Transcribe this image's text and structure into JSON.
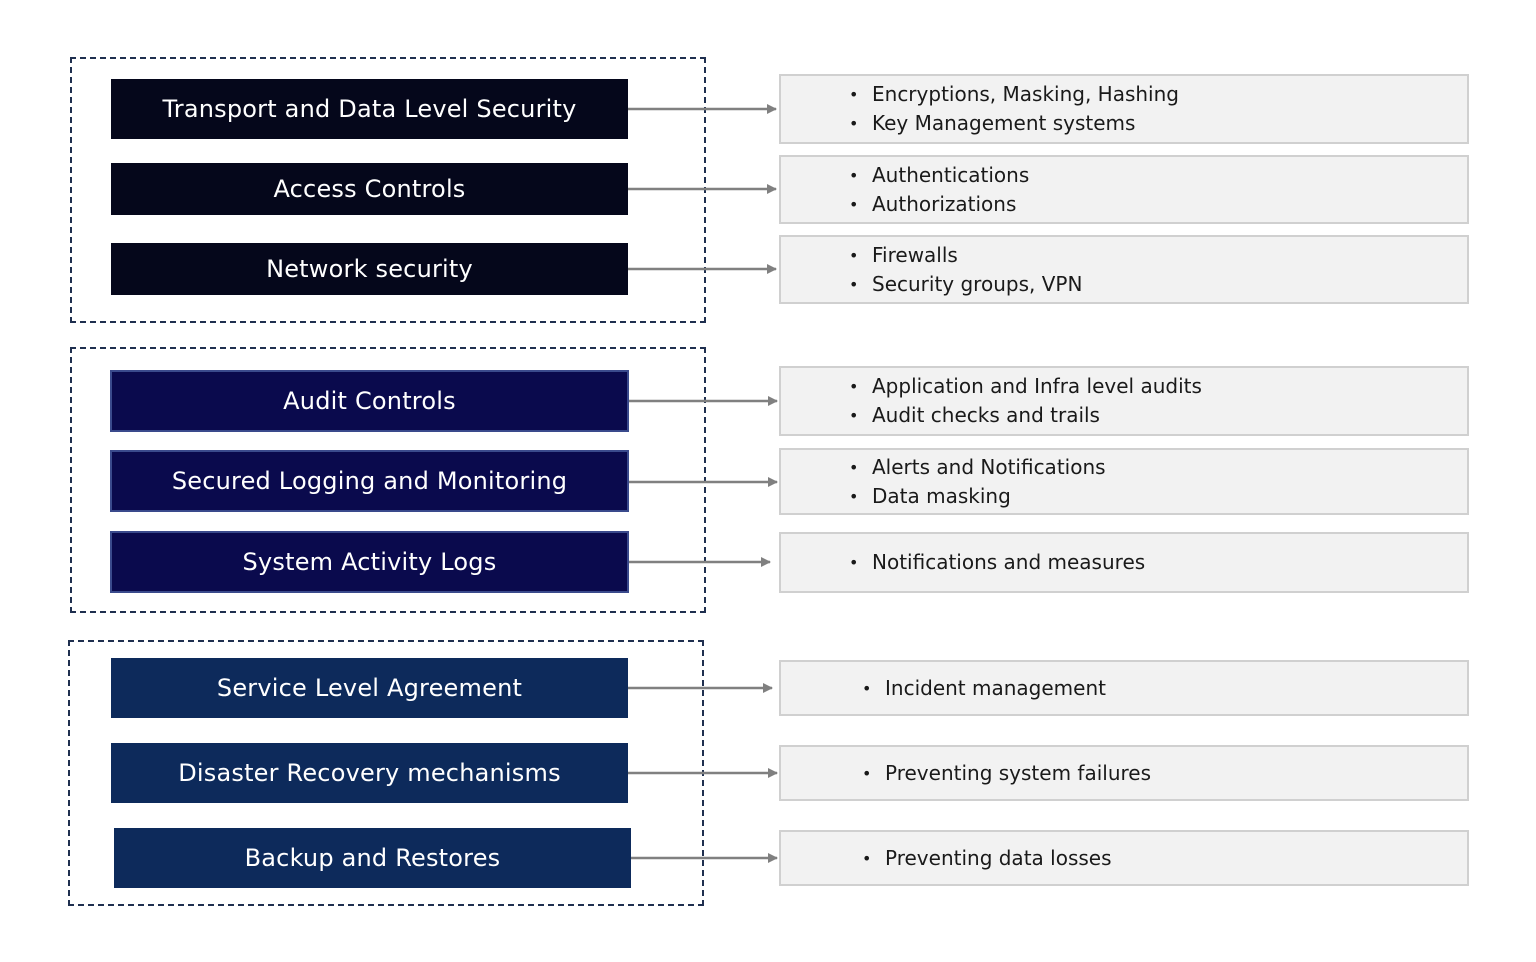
{
  "groups": [
    {
      "items": [
        {
          "label": "Transport and Data Level Security",
          "details": [
            "Encryptions, Masking, Hashing",
            "Key Management systems"
          ]
        },
        {
          "label": "Access Controls",
          "details": [
            "Authentications",
            "Authorizations"
          ]
        },
        {
          "label": "Network security",
          "details": [
            "Firewalls",
            "Security groups, VPN"
          ]
        }
      ]
    },
    {
      "items": [
        {
          "label": "Audit Controls",
          "details": [
            "Application and Infra level audits",
            "Audit checks and trails"
          ]
        },
        {
          "label": "Secured Logging and Monitoring",
          "details": [
            "Alerts and Notifications",
            "Data masking"
          ]
        },
        {
          "label": "System Activity Logs",
          "details": [
            "Notifications and measures"
          ]
        }
      ]
    },
    {
      "items": [
        {
          "label": "Service Level Agreement",
          "details": [
            "Incident management"
          ]
        },
        {
          "label": "Disaster Recovery mechanisms",
          "details": [
            "Preventing system failures"
          ]
        },
        {
          "label": "Backup and Restores",
          "details": [
            "Preventing data losses"
          ]
        }
      ]
    }
  ],
  "colors": {
    "group_0_fill": "#05071b",
    "group_1_fill": "#0a0a4d",
    "group_2_fill": "#0d2a5b",
    "frame_dash": "#1f2f4f",
    "detail_fill": "#f2f2f2",
    "detail_border": "#d0d0d0",
    "arrow": "#808080"
  },
  "bullet_glyph": "•"
}
